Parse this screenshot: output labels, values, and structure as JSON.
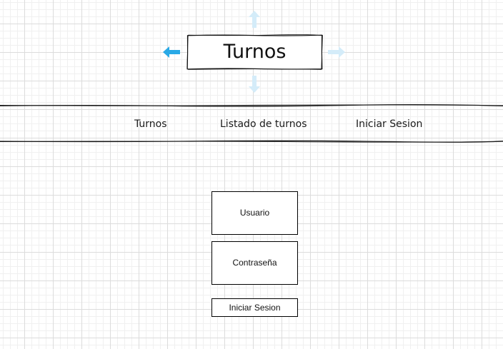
{
  "header": {
    "title": "Turnos"
  },
  "nav": {
    "items": [
      {
        "label": "Turnos"
      },
      {
        "label": "Listado de turnos"
      },
      {
        "label": "Iniciar Sesion"
      }
    ]
  },
  "login_form": {
    "username_label": "Usuario",
    "password_label": "Contraseña",
    "submit_label": "Iniciar Sesion"
  },
  "colors": {
    "accent_arrow": "#29a9e6",
    "faded_arrow": "#d4ecf9",
    "line": "#1a1a1a"
  },
  "icons": {
    "connect_left": "arrow-left-icon",
    "connect_right": "arrow-right-icon",
    "connect_up": "arrow-up-icon",
    "connect_down": "arrow-down-icon"
  }
}
